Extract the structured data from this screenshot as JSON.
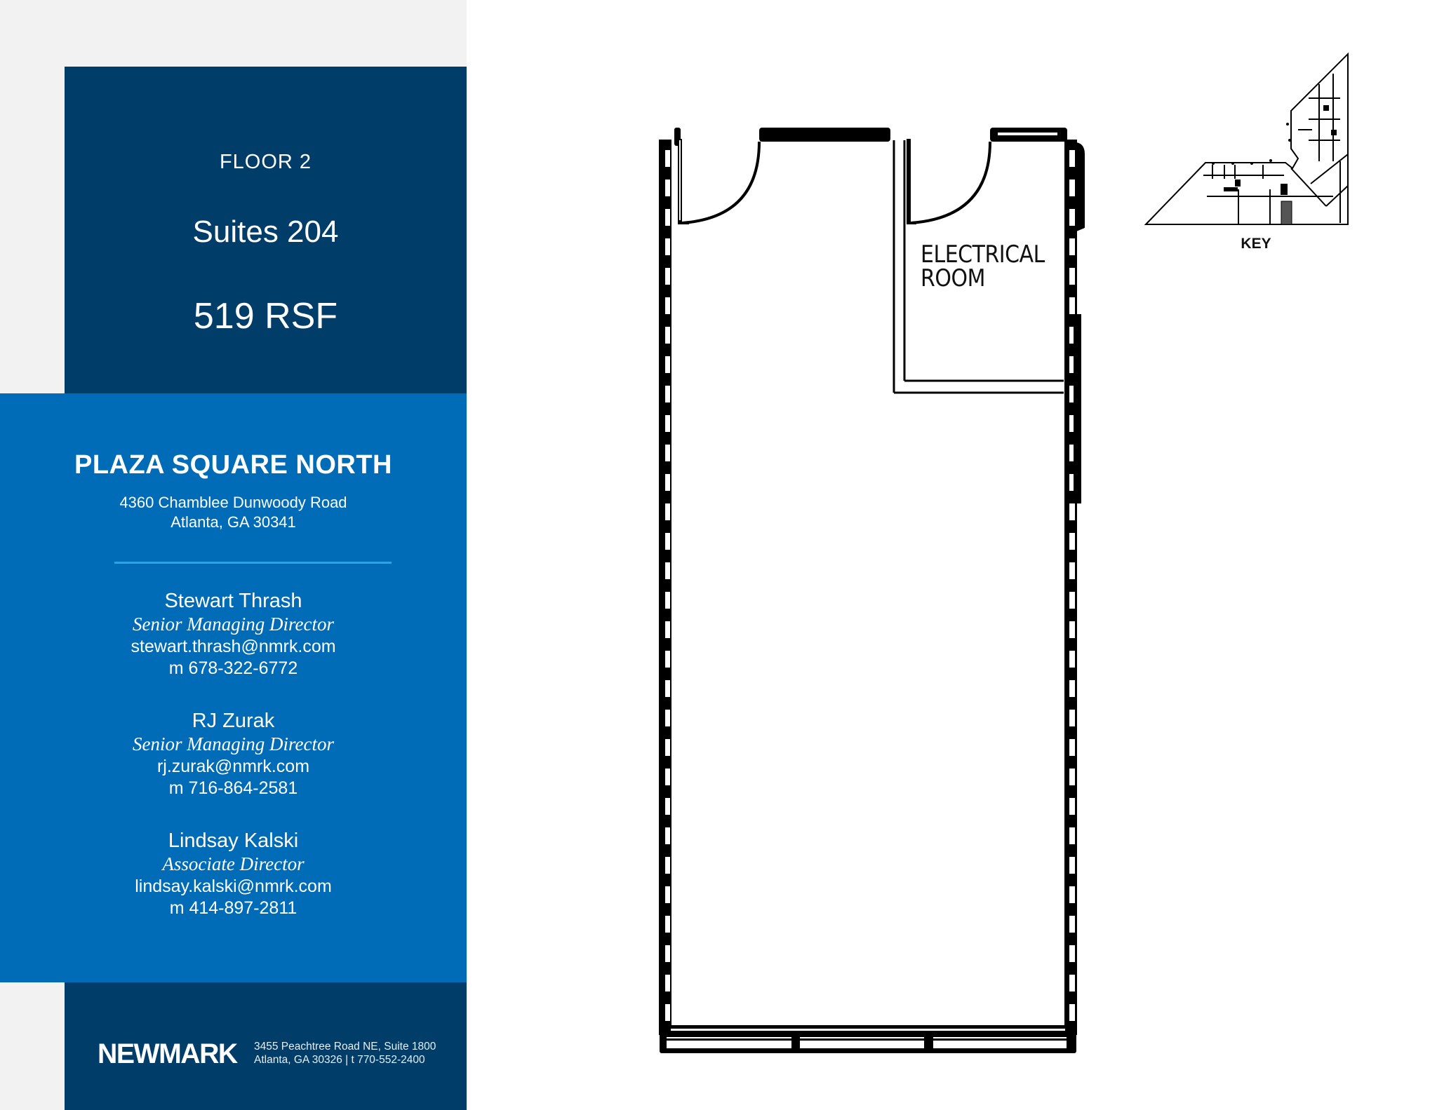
{
  "listing": {
    "floor": "FLOOR 2",
    "suite": "Suites 204",
    "rsf": "519 RSF"
  },
  "building": {
    "name": "PLAZA SQUARE NORTH",
    "address_line1": "4360 Chamblee Dunwoody Road",
    "address_line2": "Atlanta, GA 30341"
  },
  "contacts": [
    {
      "name": "Stewart Thrash",
      "title": "Senior Managing Director",
      "email": "stewart.thrash@nmrk.com",
      "phone": "m 678-322-6772"
    },
    {
      "name": "RJ Zurak",
      "title": "Senior Managing Director",
      "email": "rj.zurak@nmrk.com",
      "phone": "m 716-864-2581"
    },
    {
      "name": "Lindsay Kalski",
      "title": "Associate Director",
      "email": "lindsay.kalski@nmrk.com",
      "phone": "m 414-897-2811"
    }
  ],
  "footer": {
    "logo": "NEWMARK",
    "office_line1": "3455 Peachtree Road NE, Suite 1800",
    "office_line2": "Atlanta, GA 30326  |  t 770-552-2400"
  },
  "floor_plan": {
    "room_label_line1": "ELECTRICAL",
    "room_label_line2": "ROOM",
    "key_label": "KEY"
  },
  "colors": {
    "navy": "#003d69",
    "blue": "#006bb6",
    "accent_line": "#27a6e6",
    "page_gray": "#f2f2f2",
    "key_highlight": "#555555"
  }
}
